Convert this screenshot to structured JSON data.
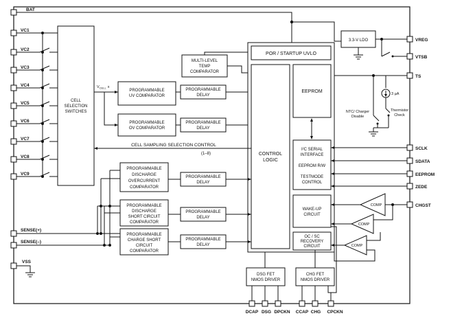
{
  "pins_left": {
    "bat": "BAT",
    "cells": [
      "VC1",
      "VC2",
      "VC3",
      "VC4",
      "VC5",
      "VC6",
      "VC7",
      "VC8",
      "VC9"
    ],
    "sense_pos": "SENSE(+)",
    "sense_neg": "SENSE(–)",
    "vss": "VSS"
  },
  "pins_right": {
    "vreg": "VREG",
    "vtsb": "VTSB",
    "ts": "TS",
    "sclk": "SCLK",
    "sdata": "SDATA",
    "eeprom": "EEPROM",
    "zede": "ZEDE",
    "chgst": "CHGST"
  },
  "pins_bottom": [
    "DCAP",
    "DSG",
    "DPCKN",
    "CCAP",
    "CHG",
    "CPCKN"
  ],
  "blocks": {
    "cell_selection": [
      "CELL",
      "SELECTION",
      "SWITCHES"
    ],
    "ldo": "3.3-V LDO",
    "temp_comp": [
      "MULTI-LEVEL",
      "TEMP",
      "COMPARATOR"
    ],
    "por": "POR / STARTUP UVLO",
    "eeprom": "EEPROM",
    "control": [
      "CONTROL",
      "LOGIC"
    ],
    "i2c": [
      "I²C SERIAL",
      "INTERFACE"
    ],
    "eeprom_rw": "EEPROM R/W",
    "testmode": [
      "TESTMODE",
      "CONTROL"
    ],
    "wakeup": [
      "WAKE-UP",
      "CIRCUIT"
    ],
    "ocsc": [
      "OC / SC",
      "RECOVERY",
      "CIRCUIT"
    ],
    "uv": [
      "PROGRAMMABLE",
      "UV COMPARATOR"
    ],
    "ov": [
      "PROGRAMMABLE",
      "OV COMPARATOR"
    ],
    "delay": [
      "PROGRAMMABLE",
      "DELAY"
    ],
    "doc": [
      "PROGRAMMABLE",
      "DISCHARGE",
      "OVERCURRENT",
      "COMPARATOR"
    ],
    "dsc": [
      "PROGRAMMABLE",
      "DISCHARGE",
      "SHORT CIRCUIT",
      "COMPARATOR"
    ],
    "csc": [
      "PROGRAMMABLE",
      "CHARGE SHORT",
      "CIRCUIT",
      "COMPARATOR"
    ],
    "dsg_driver": [
      "DSG FET",
      "NMOS DRIVER"
    ],
    "chg_driver": [
      "CHG FET",
      "NMOS DRIVER"
    ],
    "comp": "COMP"
  },
  "labels": {
    "vcell": "VCELL",
    "vcell_prefix": "V",
    "vcell_sub": "CELL",
    "vcell_x": "x",
    "cell_sampling": "CELL SAMPLING SELECTION CONTROL",
    "cell_range": "(1–8)",
    "current_source": "3 µA",
    "ntc": [
      "NTC/ Charger",
      "Disable"
    ],
    "thermistor": [
      "Thermistor",
      "Check"
    ]
  }
}
